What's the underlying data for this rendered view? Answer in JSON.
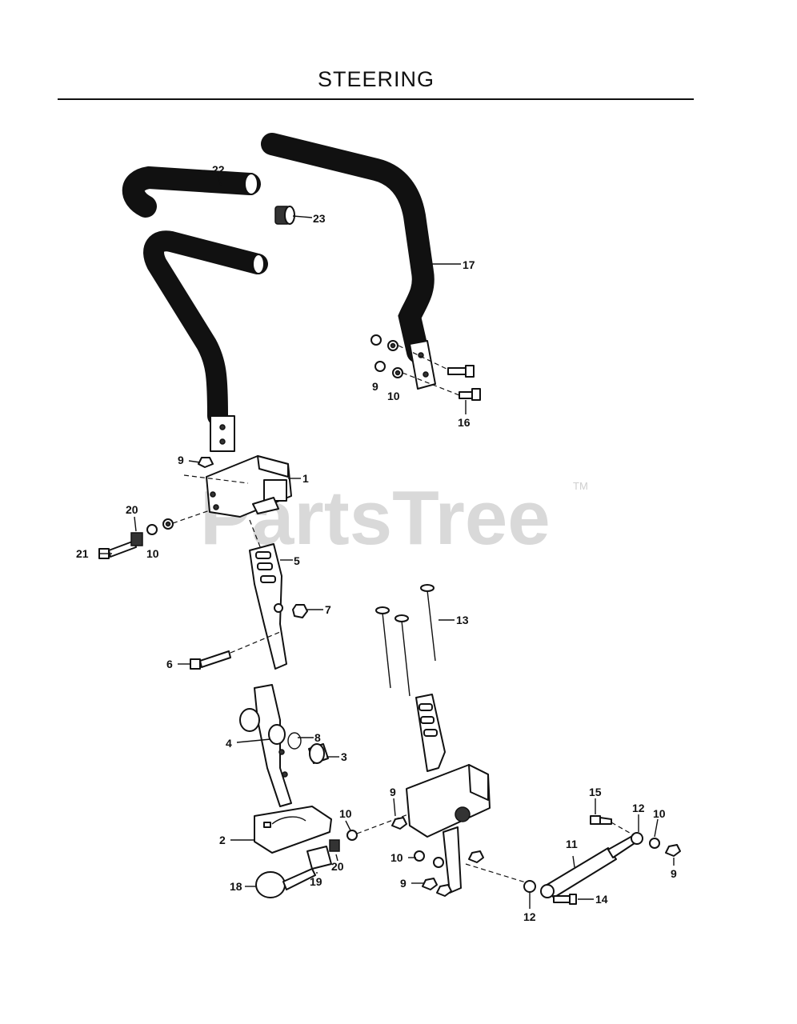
{
  "title": "STEERING",
  "watermark": {
    "brand": "PartsTree",
    "trademark": "TM"
  },
  "callouts": {
    "c1": "1",
    "c2": "2",
    "c3": "3",
    "c4": "4",
    "c5": "5",
    "c6": "6",
    "c7": "7",
    "c8": "8",
    "c9a": "9",
    "c9b": "9",
    "c9c": "9",
    "c9d": "9",
    "c9e": "9",
    "c10a": "10",
    "c10b": "10",
    "c10c": "10",
    "c10d": "10",
    "c10e": "10",
    "c11": "11",
    "c12a": "12",
    "c12b": "12",
    "c13": "13",
    "c14": "14",
    "c15": "15",
    "c16": "16",
    "c17": "17",
    "c18": "18",
    "c19": "19",
    "c20a": "20",
    "c20b": "20",
    "c21": "21",
    "c22": "22",
    "c23": "23"
  }
}
